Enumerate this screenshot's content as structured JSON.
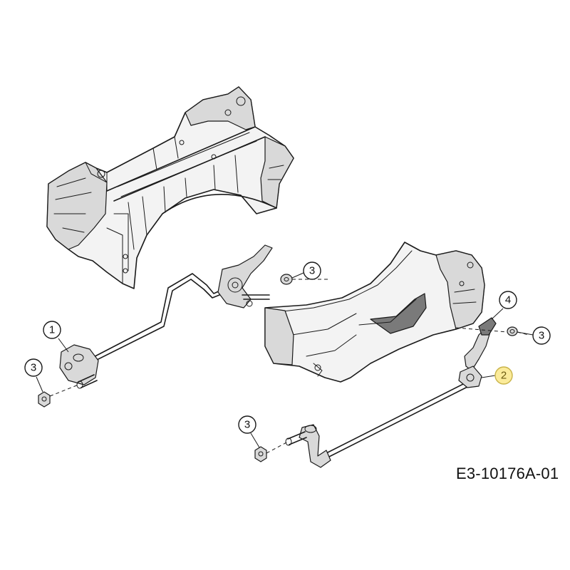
{
  "diagram": {
    "reference_code": "E3-10176A-01",
    "callouts": [
      {
        "id": "callout-1",
        "label": "1"
      },
      {
        "id": "callout-2",
        "label": "2",
        "highlighted": true
      },
      {
        "id": "callout-3a",
        "label": "3"
      },
      {
        "id": "callout-3b",
        "label": "3"
      },
      {
        "id": "callout-3c",
        "label": "3"
      },
      {
        "id": "callout-3d",
        "label": "3"
      },
      {
        "id": "callout-4",
        "label": "4"
      }
    ],
    "colors": {
      "line": "#1a1a1a",
      "highlight": "#fbeb9a"
    }
  }
}
